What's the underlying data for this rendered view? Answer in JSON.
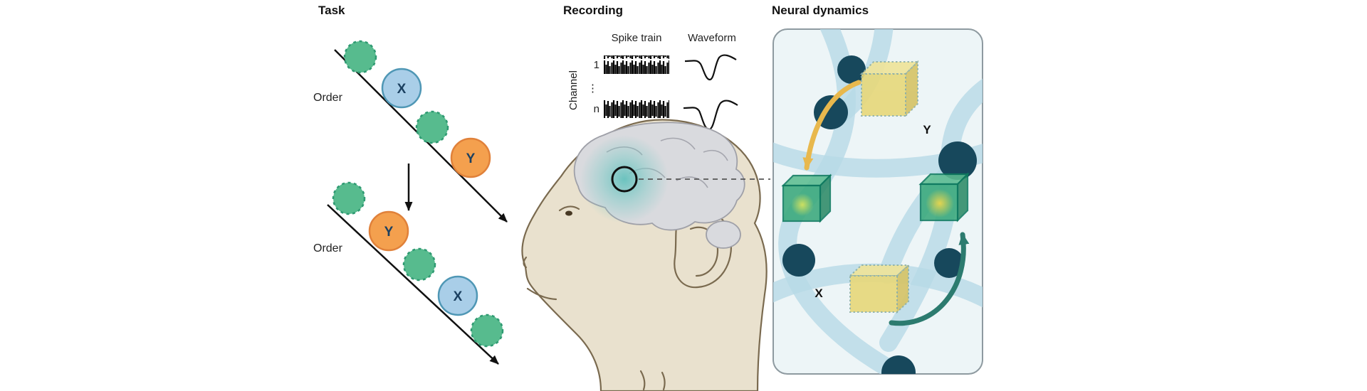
{
  "panels": {
    "task": {
      "title": "Task",
      "order1": "Order",
      "order2": "Order",
      "seq1": {
        "x": "X",
        "y": "Y"
      },
      "seq2": {
        "x": "X",
        "y": "Y"
      }
    },
    "recording": {
      "title": "Recording",
      "spike_train": "Spike train",
      "waveform": "Waveform",
      "channel": "Channel",
      "ch_first": "1",
      "ch_dots": "⋮",
      "ch_last": "n"
    },
    "neural": {
      "title": "Neural dynamics",
      "state_y": "Y",
      "state_x": "X"
    }
  },
  "colors": {
    "ink": "#111111",
    "green_fill": "#57bb8e",
    "green_stroke": "#2f9a72",
    "blue_fill": "#a9cee8",
    "blue_stroke": "#4f97b5",
    "orange_fill": "#f4a04e",
    "orange_stroke": "#e0813a",
    "letter": "#1b4060",
    "skin": "#e9e1ce",
    "skin_stroke": "#7a6a4f",
    "brain_fill": "#d9dade",
    "brain_stroke": "#9fa0a8",
    "glow_teal": "#63c1bc",
    "panel_bg": "#edf5f7",
    "panel_border": "#8e9aa0",
    "band": "#b7dae6",
    "node": "#17485c",
    "cube_yellow": "#e7d87c",
    "cube_yellow_top": "#efe49a",
    "cube_yellow_side": "#d6c468",
    "cube_yellow_edge": "#8fb0a6",
    "cube_green": "#38a87a",
    "cube_green_top": "#5cbd90",
    "cube_green_side": "#2b8a66",
    "cube_green_edge": "#0e7a5f",
    "arrow_yellow": "#e8b84d",
    "arrow_teal": "#2c7b6f"
  }
}
